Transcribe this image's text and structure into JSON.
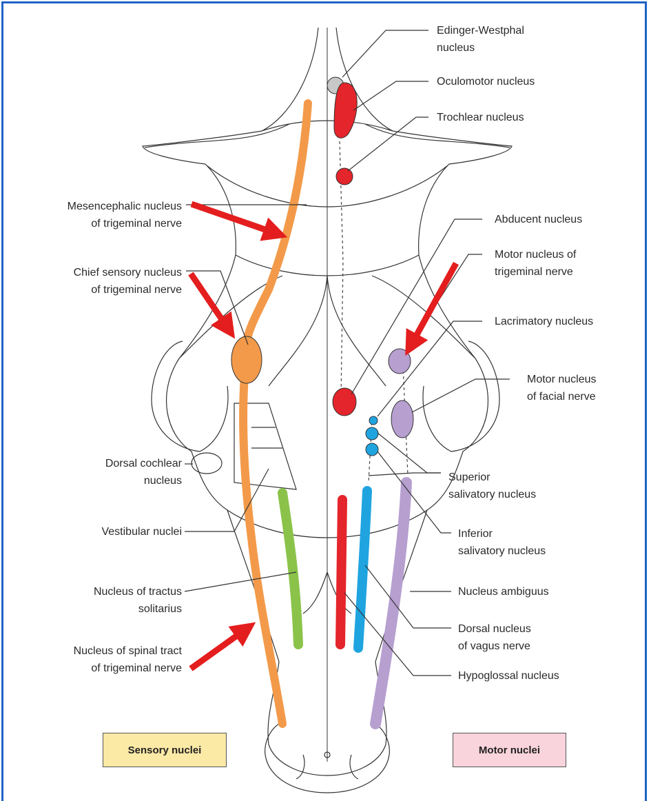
{
  "colors": {
    "frame": "#1f63c6",
    "orange": "#f39a4a",
    "red": "#e4252b",
    "purple": "#b79fd0",
    "blue": "#1fa4e0",
    "green": "#8bc34a",
    "grey": "#c8c8c8",
    "arrow": "#e41e1e",
    "sensory_fill": "#fbe9a6",
    "motor_fill": "#f9d4dd"
  },
  "labels_left": {
    "mesencephalic": "Mesencephalic nucleus\nof trigeminal nerve",
    "chief_sensory": "Chief sensory nucleus\nof trigeminal nerve",
    "dorsal_cochlear": "Dorsal cochlear\nnucleus",
    "vestibular": "Vestibular nuclei",
    "tractus_solitarius": "Nucleus of tractus\nsolitarius",
    "spinal_tract": "Nucleus of spinal tract\nof trigeminal nerve"
  },
  "labels_right": {
    "edinger_westphal": "Edinger-Westphal\nnucleus",
    "oculomotor": "Oculomotor nucleus",
    "trochlear": "Trochlear nucleus",
    "abducent": "Abducent nucleus",
    "motor_trigeminal": "Motor nucleus of\ntrigeminal nerve",
    "lacrimatory": "Lacrimatory nucleus",
    "motor_facial": "Motor nucleus\nof facial nerve",
    "superior_salivatory": "Superior\nsalivatory nucleus",
    "inferior_salivatory": "Inferior\nsalivatory nucleus",
    "ambiguus": "Nucleus ambiguus",
    "dorsal_vagus": "Dorsal nucleus\nof vagus nerve",
    "hypoglossal": "Hypoglossal nucleus"
  },
  "legend": {
    "sensory": "Sensory nuclei",
    "motor": "Motor nuclei"
  }
}
